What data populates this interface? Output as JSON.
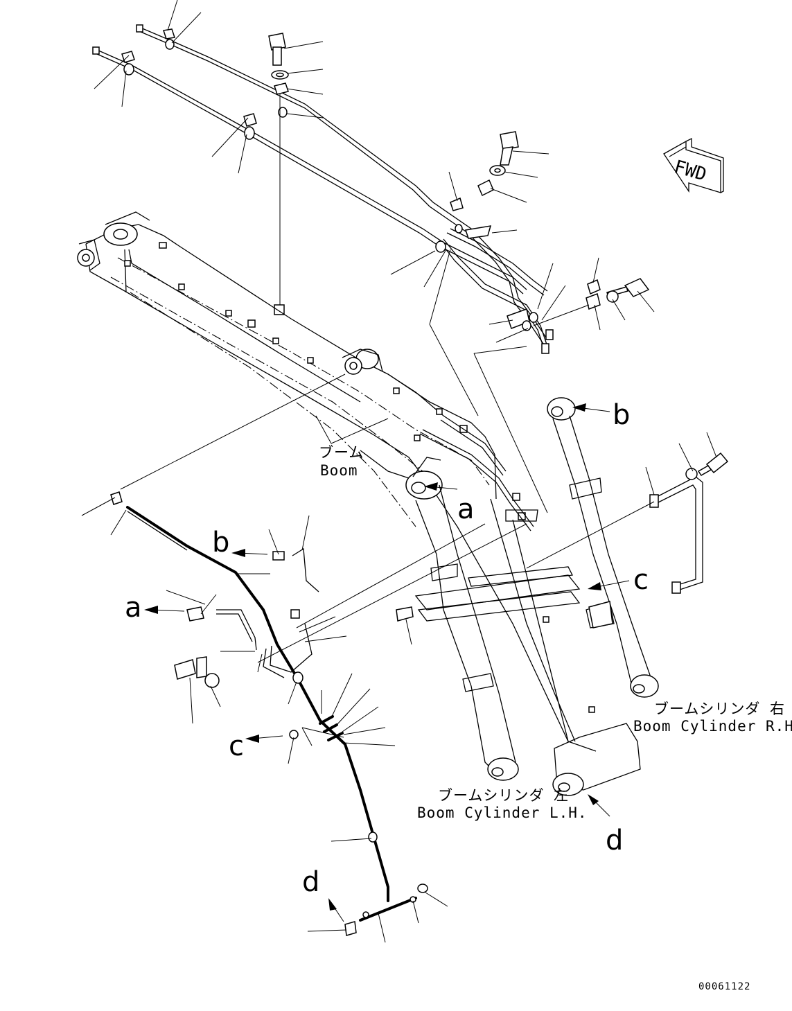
{
  "diagram": {
    "labels": {
      "boom_jp": "ブーム",
      "boom_en": "Boom",
      "cyl_rh_jp": "ブームシリンダ 右",
      "cyl_rh_en": "Boom Cylinder R.H.",
      "cyl_lh_jp": "ブームシリンダ 左",
      "cyl_lh_en": "Boom Cylinder L.H.",
      "fwd": "FWD",
      "doc_number": "00061122"
    },
    "refs": {
      "a_left": "a",
      "a_right": "a",
      "b_left": "b",
      "b_right": "b",
      "c_left": "c",
      "c_right": "c",
      "d_left": "d",
      "d_right": "d"
    }
  }
}
